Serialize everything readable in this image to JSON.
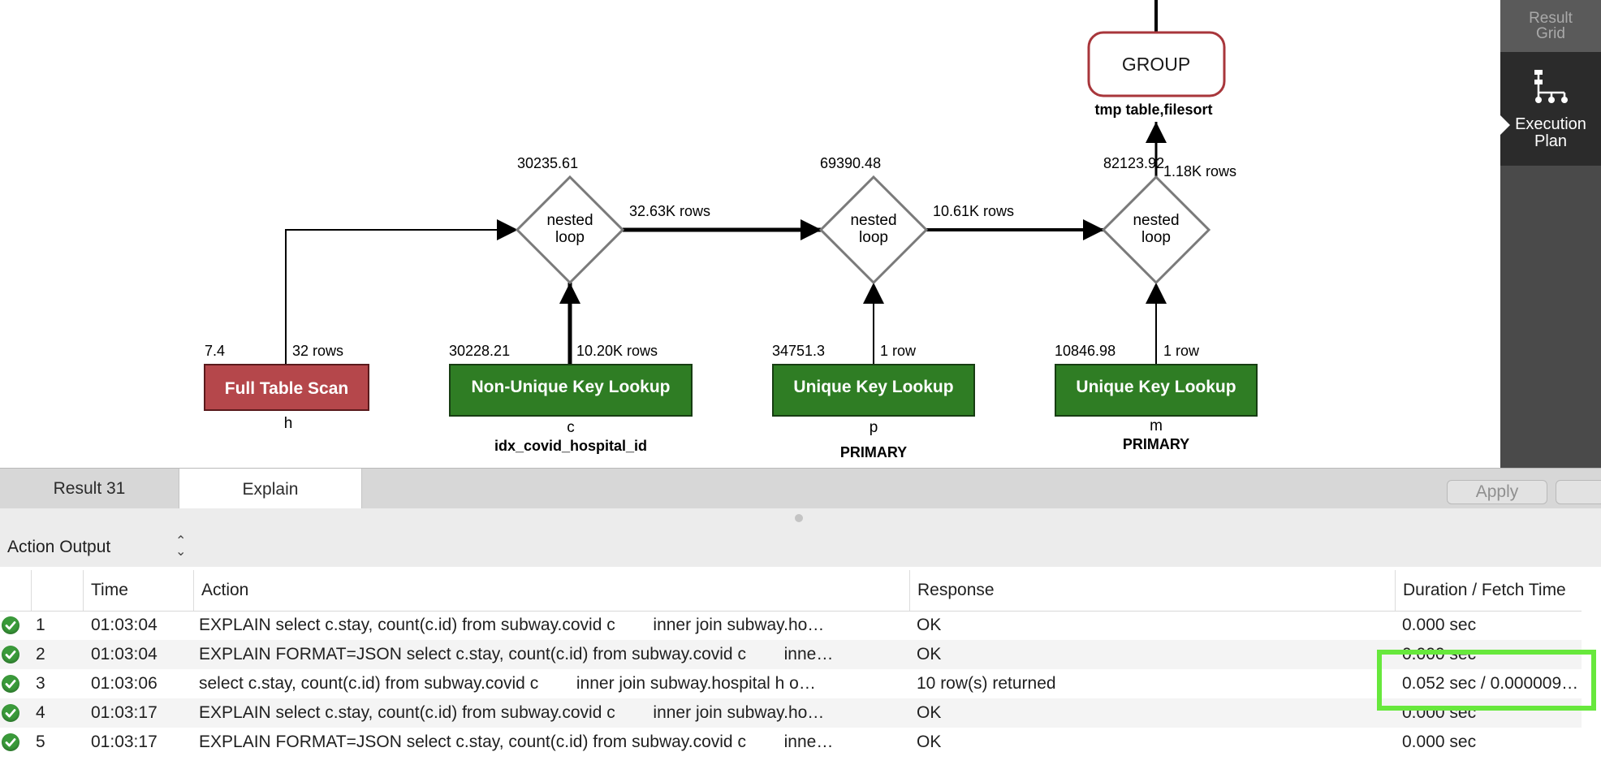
{
  "diagram": {
    "group_node": {
      "label": "GROUP",
      "sublabel": "tmp table,filesort"
    },
    "joins": [
      {
        "cost": "30235.61",
        "label": "nested\nloop",
        "out_rows": "32.63K rows"
      },
      {
        "cost": "69390.48",
        "label": "nested\nloop",
        "out_rows": "10.61K rows"
      },
      {
        "cost": "82123.92",
        "label": "nested\nloop",
        "out_rows": "1.18K rows"
      }
    ],
    "tables": [
      {
        "label": "Full Table Scan",
        "cost": "7.4",
        "rows": "32 rows",
        "alias": "h",
        "key": "",
        "color": "#b5474b"
      },
      {
        "label": "Non-Unique Key Lookup",
        "cost": "30228.21",
        "rows": "10.20K rows",
        "alias": "c",
        "key": "idx_covid_hospital_id",
        "color": "#2f7d24"
      },
      {
        "label": "Unique Key Lookup",
        "cost": "34751.3",
        "rows": "1 row",
        "alias": "p",
        "key": "PRIMARY",
        "color": "#2f7d24"
      },
      {
        "label": "Unique Key Lookup",
        "cost": "10846.98",
        "rows": "1 row",
        "alias": "m",
        "key": "PRIMARY",
        "color": "#2f7d24"
      }
    ]
  },
  "sidebar": {
    "result_grid": "Result\nGrid",
    "execution_plan": "Execution\nPlan"
  },
  "tabs": {
    "result": "Result 31",
    "explain": "Explain",
    "apply": "Apply"
  },
  "output": {
    "selector": "Action Output",
    "columns": [
      "",
      "",
      "Time",
      "Action",
      "Response",
      "Duration / Fetch Time"
    ],
    "rows": [
      {
        "num": "1",
        "time": "01:03:04",
        "action": "EXPLAIN select c.stay, count(c.id) from subway.covid c        inner join subway.ho…",
        "response": "OK",
        "duration": "0.000 sec"
      },
      {
        "num": "2",
        "time": "01:03:04",
        "action": "EXPLAIN FORMAT=JSON select c.stay, count(c.id) from subway.covid c        inne…",
        "response": "OK",
        "duration": "0.000 sec"
      },
      {
        "num": "3",
        "time": "01:03:06",
        "action": "select c.stay, count(c.id) from subway.covid c        inner join subway.hospital h o…",
        "response": "10 row(s) returned",
        "duration": "0.052 sec / 0.000009…"
      },
      {
        "num": "4",
        "time": "01:03:17",
        "action": "EXPLAIN select c.stay, count(c.id) from subway.covid c        inner join subway.ho…",
        "response": "OK",
        "duration": "0.000 sec"
      },
      {
        "num": "5",
        "time": "01:03:17",
        "action": "EXPLAIN FORMAT=JSON select c.stay, count(c.id) from subway.covid c        inne…",
        "response": "OK",
        "duration": "0.000 sec"
      }
    ]
  },
  "colors": {
    "highlight": "#67e83c",
    "ok": "#3a9a3a",
    "full_scan": "#b5474b",
    "lookup": "#2f7d24"
  }
}
